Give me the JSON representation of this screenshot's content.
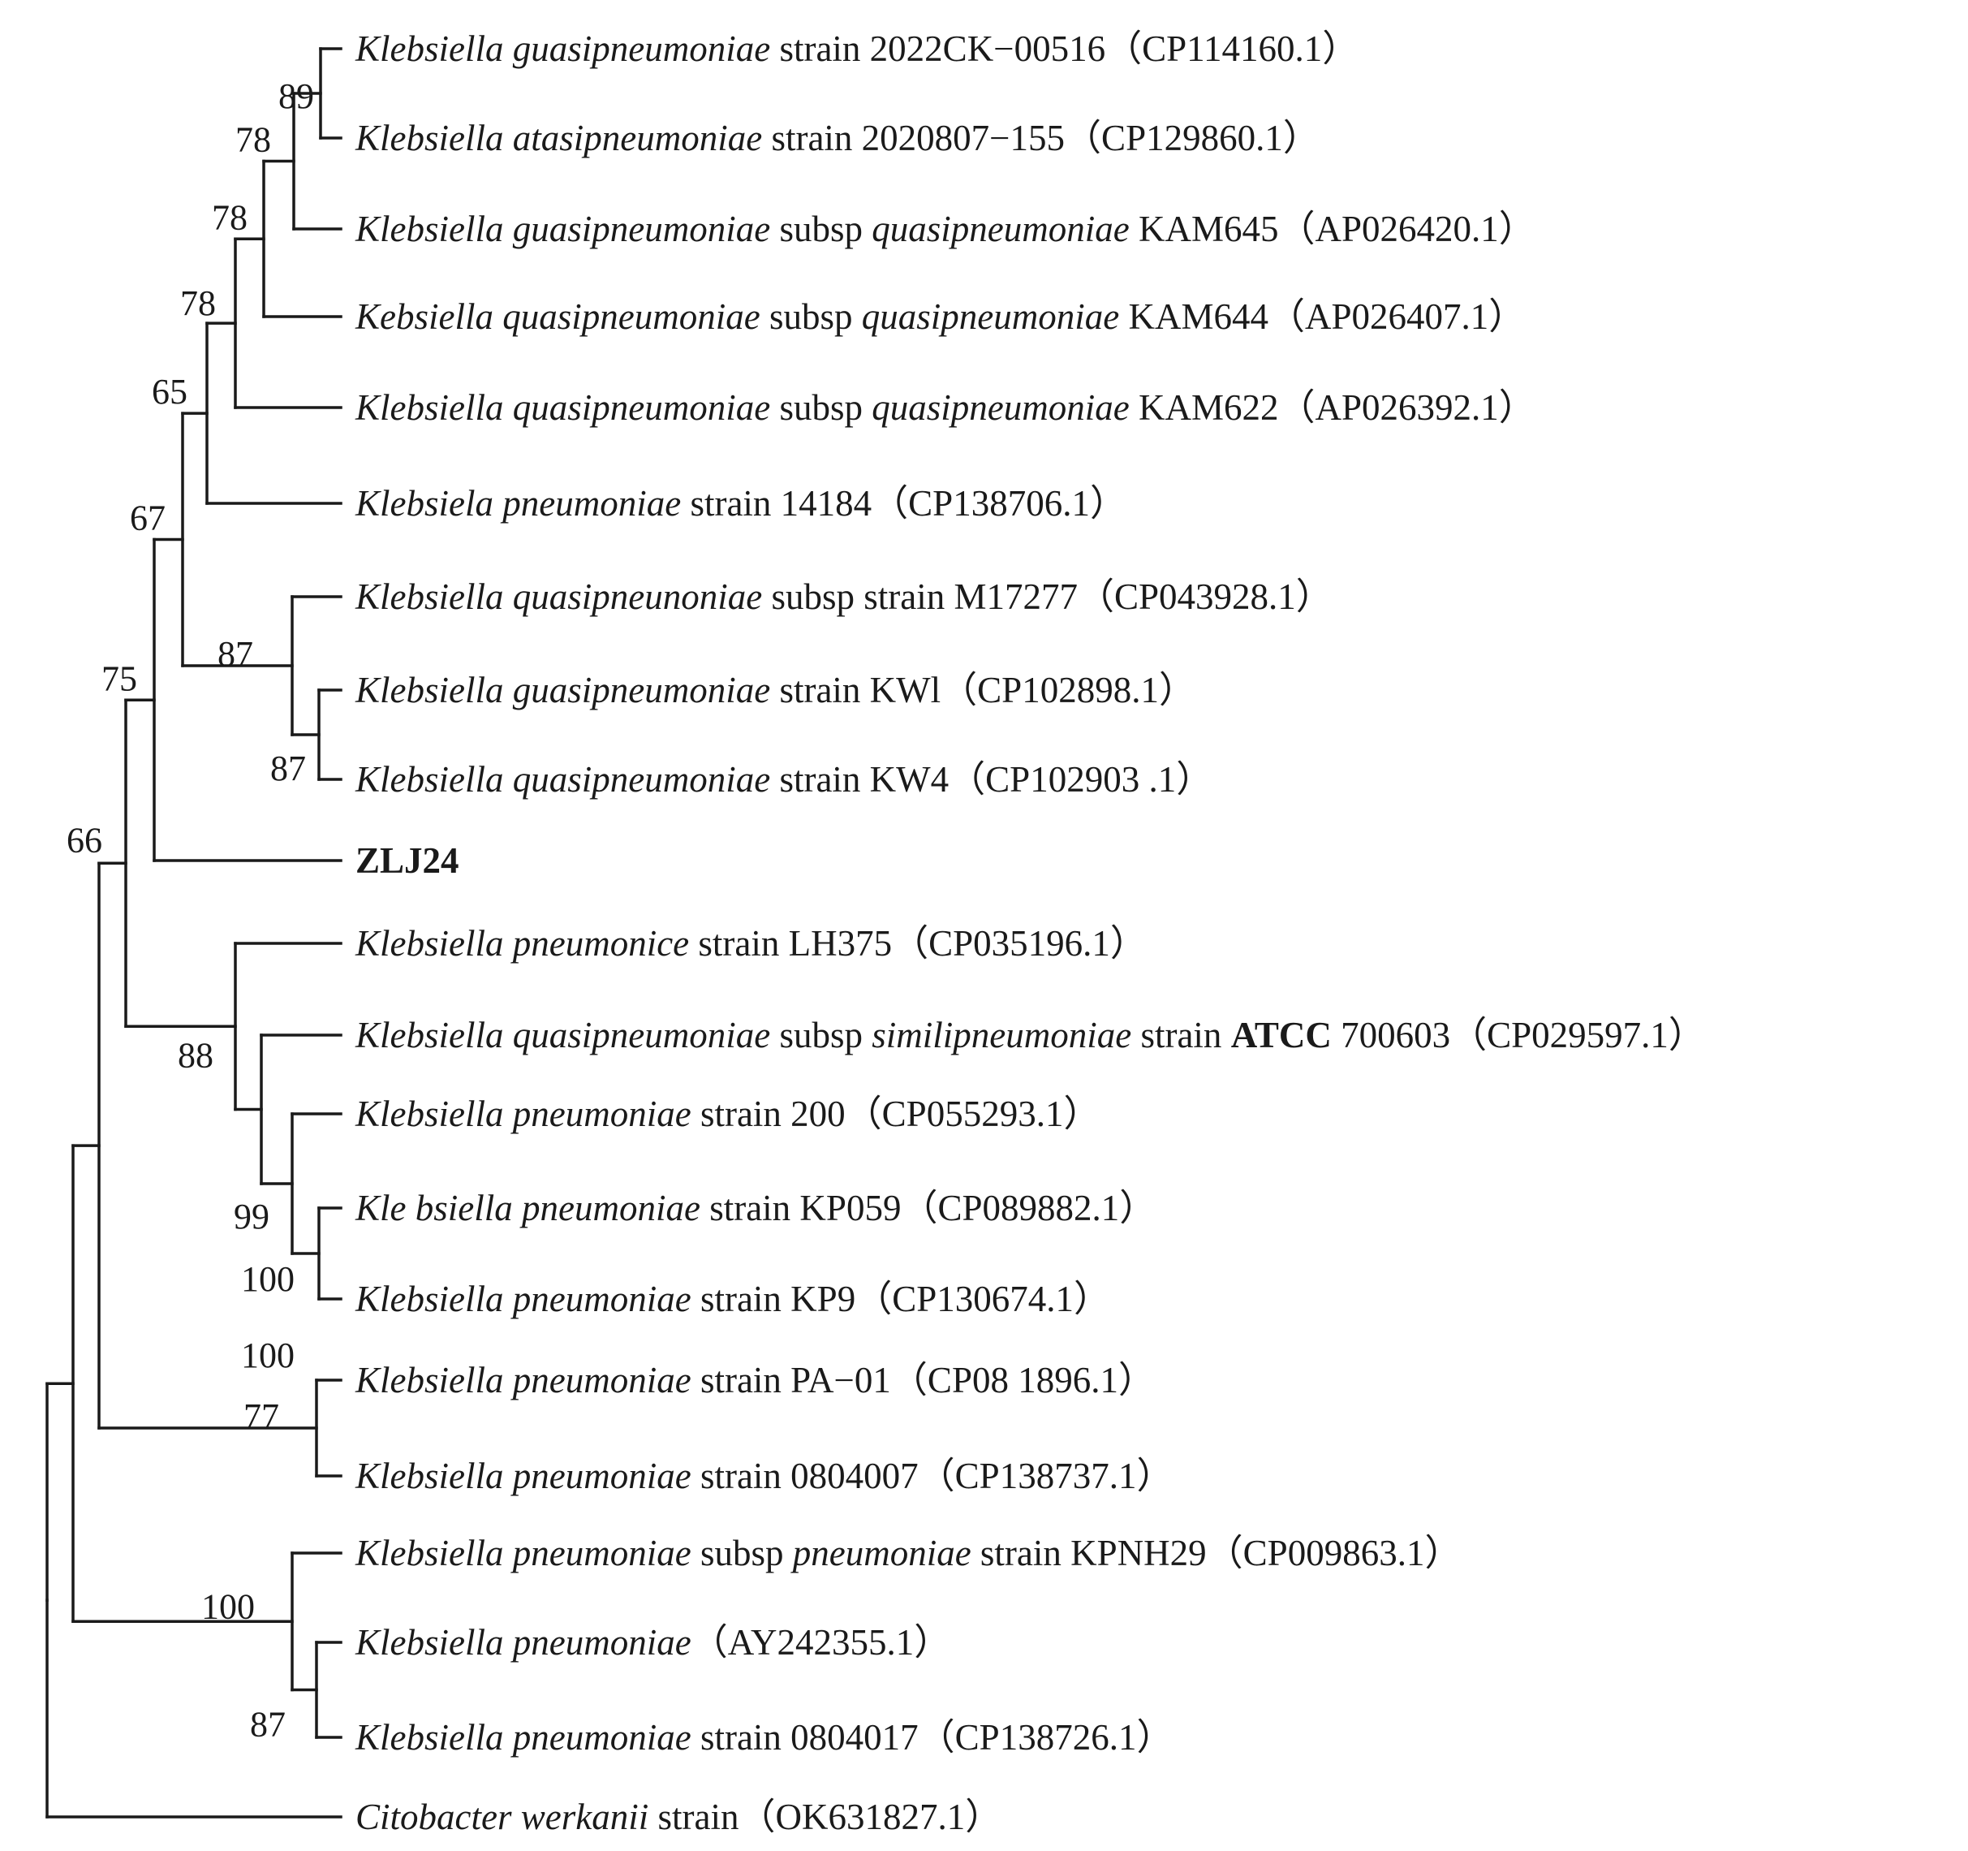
{
  "tree": {
    "leaves": [
      {
        "id": "L1",
        "parts": [
          {
            "t": "Klebsiella guasipneumoniae",
            "i": true
          },
          {
            "t": " strain 2022CK−00516（CP114160.1）"
          }
        ]
      },
      {
        "id": "L2",
        "parts": [
          {
            "t": "Klebsiella atasipneumoniae",
            "i": true
          },
          {
            "t": " strain 2020807−155（CP129860.1）"
          }
        ]
      },
      {
        "id": "L3",
        "parts": [
          {
            "t": "Klebsiella guasipneumoniae",
            "i": true
          },
          {
            "t": " subsp "
          },
          {
            "t": "quasipneumoniae",
            "i": true
          },
          {
            "t": " KAM645（AP026420.1）"
          }
        ]
      },
      {
        "id": "L4",
        "parts": [
          {
            "t": "Kebsiella quasipneumoniae",
            "i": true
          },
          {
            "t": " subsp "
          },
          {
            "t": "quasipneumoniae",
            "i": true
          },
          {
            "t": " KAM644（AP026407.1）"
          }
        ]
      },
      {
        "id": "L5",
        "parts": [
          {
            "t": "Klebsiella quasipneumoniae",
            "i": true
          },
          {
            "t": " subsp "
          },
          {
            "t": "quasipneumoniae",
            "i": true
          },
          {
            "t": " KAM622（AP026392.1）"
          }
        ]
      },
      {
        "id": "L6",
        "parts": [
          {
            "t": "Klebsiela pneumoniae",
            "i": true
          },
          {
            "t": " strain 14184（CP138706.1）"
          }
        ]
      },
      {
        "id": "L7",
        "parts": [
          {
            "t": "Klebsiella quasipneunoniae",
            "i": true
          },
          {
            "t": " subsp strain M17277（CP043928.1）"
          }
        ]
      },
      {
        "id": "L8",
        "parts": [
          {
            "t": "Klebsiella guasipneumoniae",
            "i": true
          },
          {
            "t": " strain KWl（CP102898.1）"
          }
        ]
      },
      {
        "id": "L9",
        "parts": [
          {
            "t": "Klebsiella quasipneumoniae",
            "i": true
          },
          {
            "t": " strain KW4（CP102903 .1）"
          }
        ]
      },
      {
        "id": "L10",
        "parts": [
          {
            "t": "ZLJ24",
            "b": true
          }
        ]
      },
      {
        "id": "L11",
        "parts": [
          {
            "t": "Klebsiella pneumonice",
            "i": true
          },
          {
            "t": " strain LH375（CP035196.1）"
          }
        ]
      },
      {
        "id": "L12",
        "parts": [
          {
            "t": "Klebsiella quasipneumoniae",
            "i": true
          },
          {
            "t": " subsp "
          },
          {
            "t": "similipneumoniae",
            "i": true
          },
          {
            "t": " strain "
          },
          {
            "t": "ATCC",
            "b": true
          },
          {
            "t": " 700603（CP029597.1）"
          }
        ]
      },
      {
        "id": "L13",
        "parts": [
          {
            "t": "Klebsiella pneumoniae",
            "i": true
          },
          {
            "t": " strain 200（CP055293.1）"
          }
        ]
      },
      {
        "id": "L14",
        "parts": [
          {
            "t": "Kle bsiella pneumoniae",
            "i": true
          },
          {
            "t": " strain KP059（CP089882.1）"
          }
        ]
      },
      {
        "id": "L15",
        "parts": [
          {
            "t": "Klebsiella pneumoniae",
            "i": true
          },
          {
            "t": " strain KP9（CP130674.1）"
          }
        ]
      },
      {
        "id": "L16",
        "parts": [
          {
            "t": "Klebsiella pneumoniae",
            "i": true
          },
          {
            "t": " strain PA−01（CP08 1896.1）"
          }
        ]
      },
      {
        "id": "L17",
        "parts": [
          {
            "t": "Klebsiella pneumoniae",
            "i": true
          },
          {
            "t": " strain 0804007（CP138737.1）"
          }
        ]
      },
      {
        "id": "L18",
        "parts": [
          {
            "t": "Klebsiella pneumoniae",
            "i": true
          },
          {
            "t": " subsp "
          },
          {
            "t": "pneumoniae",
            "i": true
          },
          {
            "t": " strain KPNH29（CP009863.1）"
          }
        ]
      },
      {
        "id": "L19",
        "parts": [
          {
            "t": "Klebsiella pneumoniae",
            "i": true
          },
          {
            "t": "（AY242355.1）"
          }
        ]
      },
      {
        "id": "L20",
        "parts": [
          {
            "t": "Klebsiella pneumoniae",
            "i": true
          },
          {
            "t": " strain 0804017（CP138726.1）"
          }
        ]
      },
      {
        "id": "L21",
        "parts": [
          {
            "t": "Citobacter werkanii",
            "i": true
          },
          {
            "t": " strain（OK631827.1）"
          }
        ]
      }
    ],
    "bootstrap_values": {
      "n89": "89",
      "n78a": "78",
      "n78b": "78",
      "n78c": "78",
      "n65": "65",
      "n87a": "87",
      "n87b": "87",
      "n67": "67",
      "n75": "75",
      "n100a": "100",
      "n99": "99",
      "n88": "88",
      "n66": "66",
      "n77": "77",
      "n87c": "87",
      "n100b": "100",
      "n100c": "100"
    }
  }
}
